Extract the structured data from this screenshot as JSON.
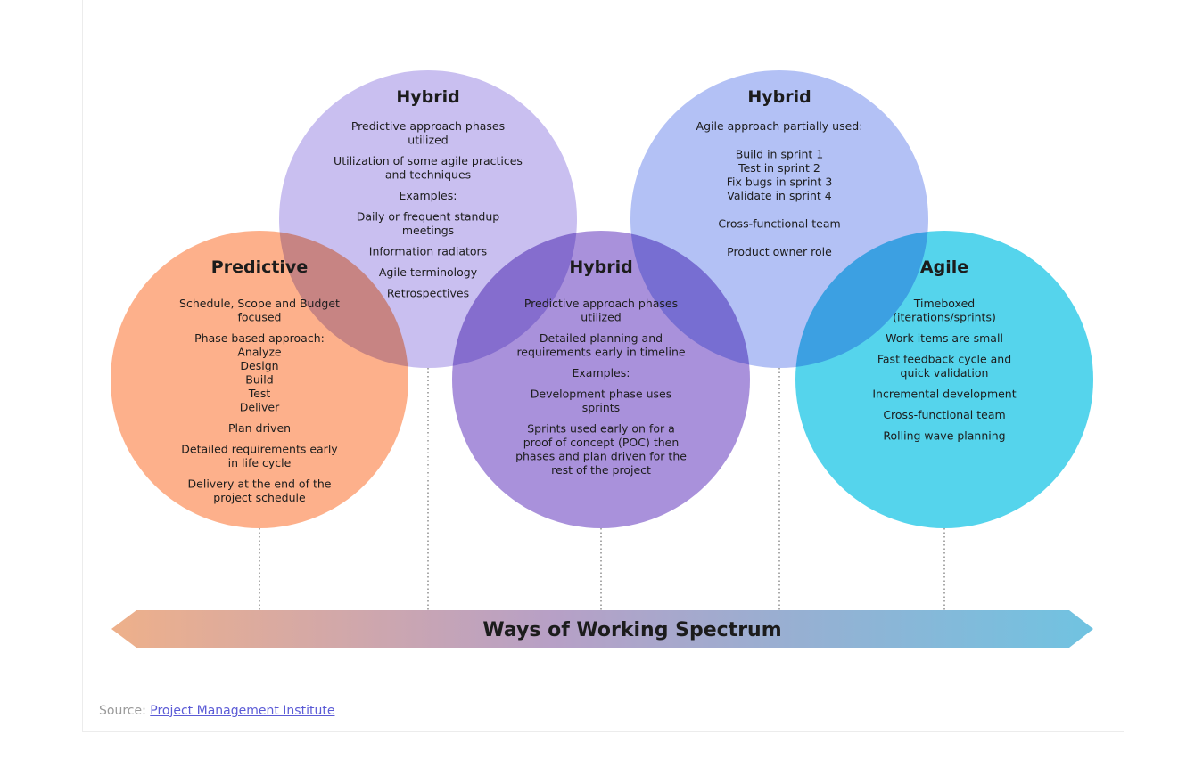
{
  "circles": [
    {
      "id": "hybrid-left",
      "title": "Hybrid",
      "color": "#c9bff0",
      "lines": [
        "Predictive approach phases",
        "utilized",
        "",
        "Utilization of some agile practices",
        "and techniques",
        "",
        "Examples:",
        "",
        "Daily or frequent standup",
        "meetings",
        "",
        "Information radiators",
        "",
        "Agile terminology",
        "",
        "Retrospectives"
      ]
    },
    {
      "id": "hybrid-right",
      "title": "Hybrid",
      "color": "#b3c1f5",
      "lines": [
        "Agile approach partially used:",
        "",
        "",
        "Build in sprint 1",
        "Test in sprint 2",
        "Fix bugs in sprint 3",
        "Validate in sprint 4",
        "",
        "",
        "Cross-functional team",
        "",
        "",
        "Product owner role"
      ]
    },
    {
      "id": "predictive",
      "title": "Predictive",
      "color": "#fdb08b",
      "lines": [
        "Schedule, Scope and Budget",
        "focused",
        "",
        "Phase based approach:",
        "Analyze",
        "Design",
        "Build",
        "Test",
        "Deliver",
        "",
        "Plan driven",
        "",
        "Detailed requirements early",
        "in life cycle",
        "",
        "Delivery at the end of the",
        "project schedule"
      ]
    },
    {
      "id": "hybrid-center",
      "title": "Hybrid",
      "color": "#a991db",
      "lines": [
        "Predictive approach phases",
        "utilized",
        "",
        "Detailed planning and",
        "requirements early in timeline",
        "",
        "Examples:",
        "",
        "Development phase uses",
        "sprints",
        "",
        "Sprints used early on for a",
        "proof of concept (POC) then",
        "phases and plan driven for the",
        "rest of the project"
      ]
    },
    {
      "id": "agile",
      "title": "Agile",
      "color": "#55d4ec",
      "lines": [
        "Timeboxed",
        "(iterations/sprints)",
        "",
        "Work items are small",
        "",
        "Fast feedback cycle and",
        "quick validation",
        "",
        "Incremental development",
        "",
        "Cross-functional team",
        "",
        "Rolling wave planning"
      ]
    }
  ],
  "banner": {
    "label": "Ways of Working Spectrum",
    "color_start": "#eeb08a",
    "color_mid": "#b7a0c6",
    "color_end": "#70c3e1"
  },
  "source": {
    "prefix": "Source:",
    "link_text": "Project Management Institute"
  }
}
